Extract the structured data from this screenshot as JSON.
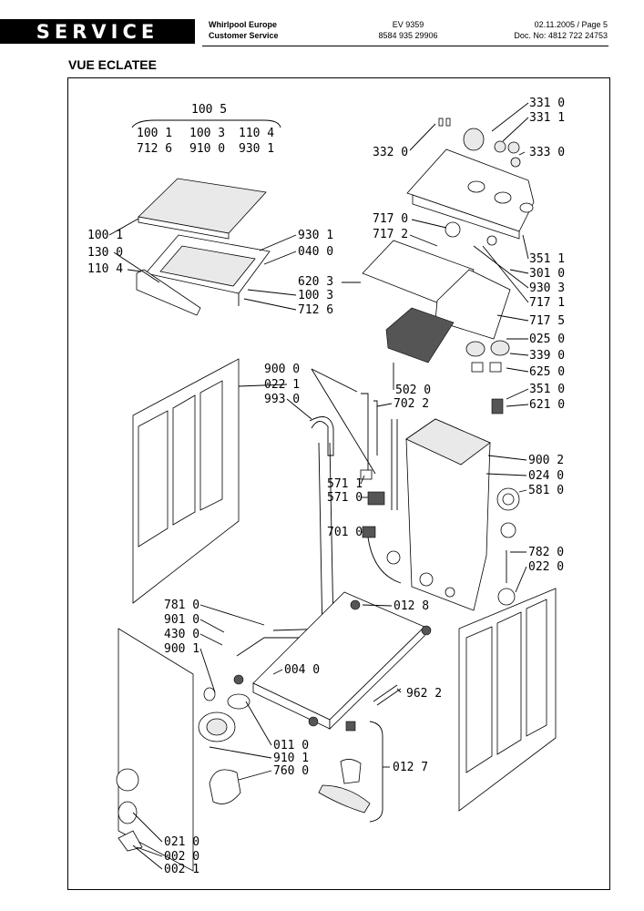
{
  "header": {
    "service": "SERVICE",
    "company_line1": "Whirlpool Europe",
    "company_line2": "Customer Service",
    "model": "EV 9359",
    "code": "8584 935 29906",
    "date_page": "02.11.2005 / Page 5",
    "doc_no": "Doc. No: 4812 722 24753"
  },
  "section_title": "VUE ECLATEE",
  "group_labels": {
    "top_group": "100 5",
    "top_row1": [
      "100 1",
      "100 3",
      "110 4"
    ],
    "top_row2": [
      "712 6",
      "910 0",
      "930 1"
    ]
  },
  "part_labels": [
    "331 0",
    "331 1",
    "332 0",
    "333 0",
    "100 1",
    "130 0",
    "110 4",
    "930 1",
    "040 0",
    "620 3",
    "100 3",
    "712 6",
    "717 0",
    "717 2",
    "351 1",
    "301 0",
    "930 3",
    "717 1",
    "717 5",
    "025 0",
    "339 0",
    "625 0",
    "351 0",
    "621 0",
    "900 0",
    "022 1",
    "993 0",
    "702 2",
    "502 0",
    "571 1",
    "571 0",
    "701 0",
    "900 2",
    "024 0",
    "581 0",
    "782 0",
    "022 0",
    "781 0",
    "901 0",
    "430 0",
    "900 1",
    "012 8",
    "004 0",
    "962 2",
    "011 0",
    "910 1",
    "760 0",
    "012 7",
    "021 0",
    "002 0",
    "002 1"
  ]
}
